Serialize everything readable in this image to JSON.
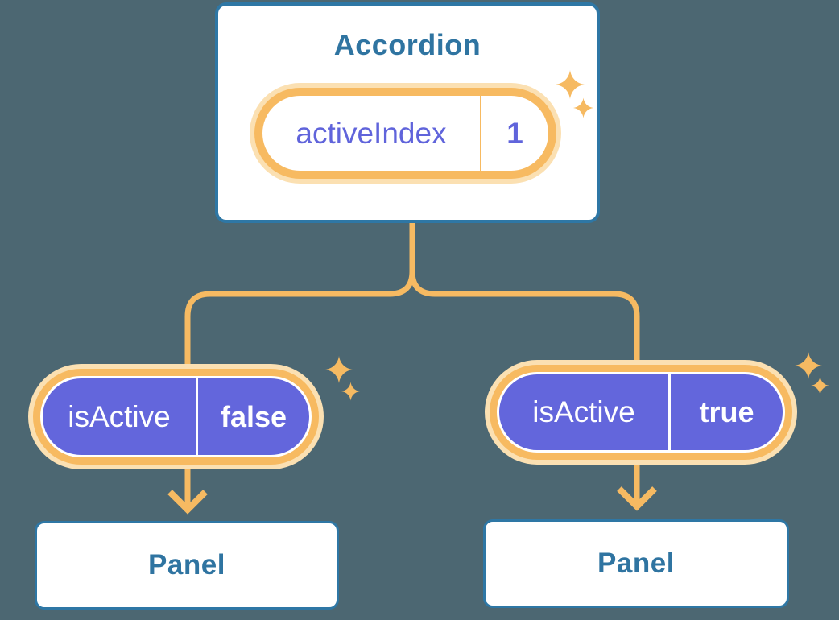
{
  "colors": {
    "background": "#4C6772",
    "node_border_blue": "#2E77A5",
    "node_text_blue": "#2F74A1",
    "connector_orange": "#F6BA62",
    "pill_ring_orange": "#F7BA61",
    "pill_halo_peach": "#FBE0B2",
    "prop_pill_purple": "#6366DC",
    "state_text_purple": "#6064DB",
    "node_fill": "#FFFFFF",
    "pill_text_white": "#FFFFFF"
  },
  "root_node": {
    "title": "Accordion",
    "state_pill": {
      "label": "activeIndex",
      "value": "1"
    }
  },
  "children": [
    {
      "prop_pill": {
        "label": "isActive",
        "value": "false"
      },
      "panel_title": "Panel"
    },
    {
      "prop_pill": {
        "label": "isActive",
        "value": "true"
      },
      "panel_title": "Panel"
    }
  ],
  "icons": {
    "sparkle": "sparkle-icon",
    "arrow": "arrow-down-icon"
  }
}
